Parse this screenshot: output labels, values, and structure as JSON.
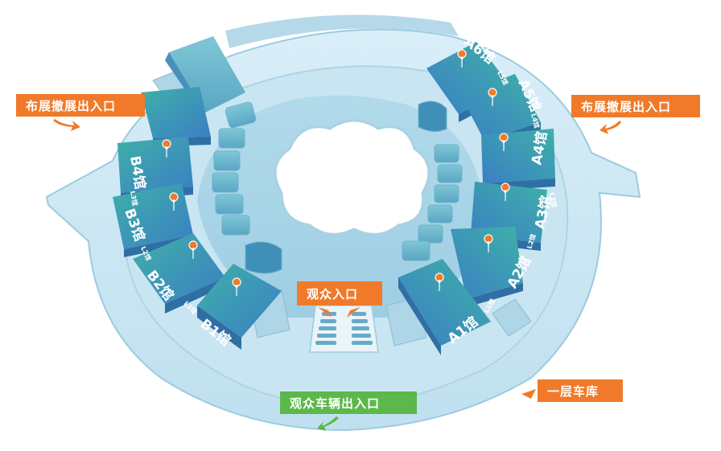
{
  "signs": {
    "setup_left": "布展撤展出入口",
    "setup_right": "布展撤展出入口",
    "visitor_entrance": "观众入口",
    "vehicle_exit": "观众车辆出入口",
    "garage": "一层车库"
  },
  "halls": {
    "A1": "A1馆",
    "A2": "A2馆",
    "A3": "A3馆",
    "A4": "A4馆",
    "A5": "A5馆",
    "A6": "A6馆",
    "B1": "B1馆",
    "B2": "B2馆",
    "B3": "B3馆",
    "B4": "B4馆"
  },
  "small_halls": {
    "L1_right": "L1馆",
    "L2_right": "L2馆",
    "L3_right": "L3馆",
    "L4_right": "L4馆",
    "L5_right": "L5馆",
    "L1_left": "L1馆",
    "L2_left": "L2馆",
    "L3_left": "L3馆"
  },
  "colors": {
    "orange_sign": "#f07a2a",
    "green_sign": "#5cb84a",
    "hall_teal": "#2f9fb0",
    "hall_blue": "#3e86c6",
    "ground": "#cfe6f3",
    "ring": "#bcdcec",
    "pin": "#f07a2a"
  },
  "icons": {
    "pin": "location-pin-icon",
    "arrow": "direction-arrow-icon"
  }
}
